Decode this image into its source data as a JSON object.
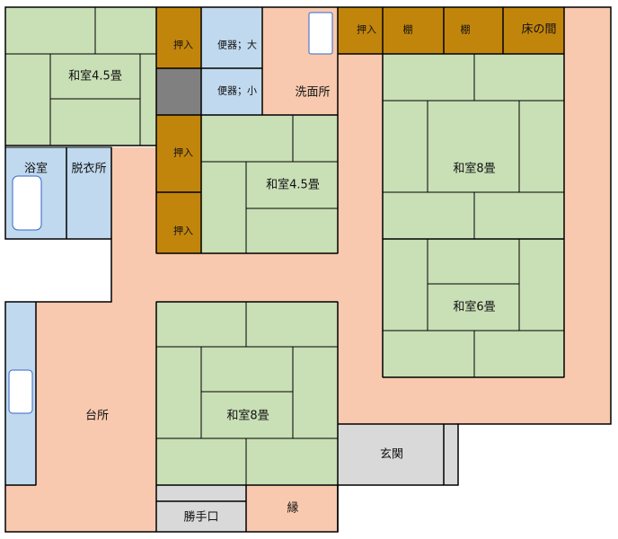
{
  "title": "",
  "colors": {
    "corridor": "#F8C9AE",
    "tatami": "#C9DFB6",
    "storage": "#C2850C",
    "bath": "#C0D9EE",
    "wall": "#000000",
    "entrance": "#D9D9D9",
    "dark": "#808080"
  },
  "rooms": {
    "washitsu_tl": "和室4.5畳",
    "washitsu_mid": "和室4.5畳",
    "washitsu_8_top": "和室8畳",
    "washitsu_6": "和室6畳",
    "washitsu_8_bottom": "和室8畳",
    "bath": "浴室",
    "dressing": "脱衣所",
    "oshiire_1": "押入",
    "oshiire_2": "押入",
    "oshiire_3": "押入",
    "oshiire_4": "押入",
    "toilet_large": "便器；大",
    "toilet_small": "便器；小",
    "washroom": "洗面所",
    "shelf_1": "棚",
    "shelf_2": "棚",
    "tokonoma": "床の間",
    "kitchen": "台所",
    "entrance": "玄関",
    "back_door": "勝手口",
    "veranda": "縁"
  }
}
